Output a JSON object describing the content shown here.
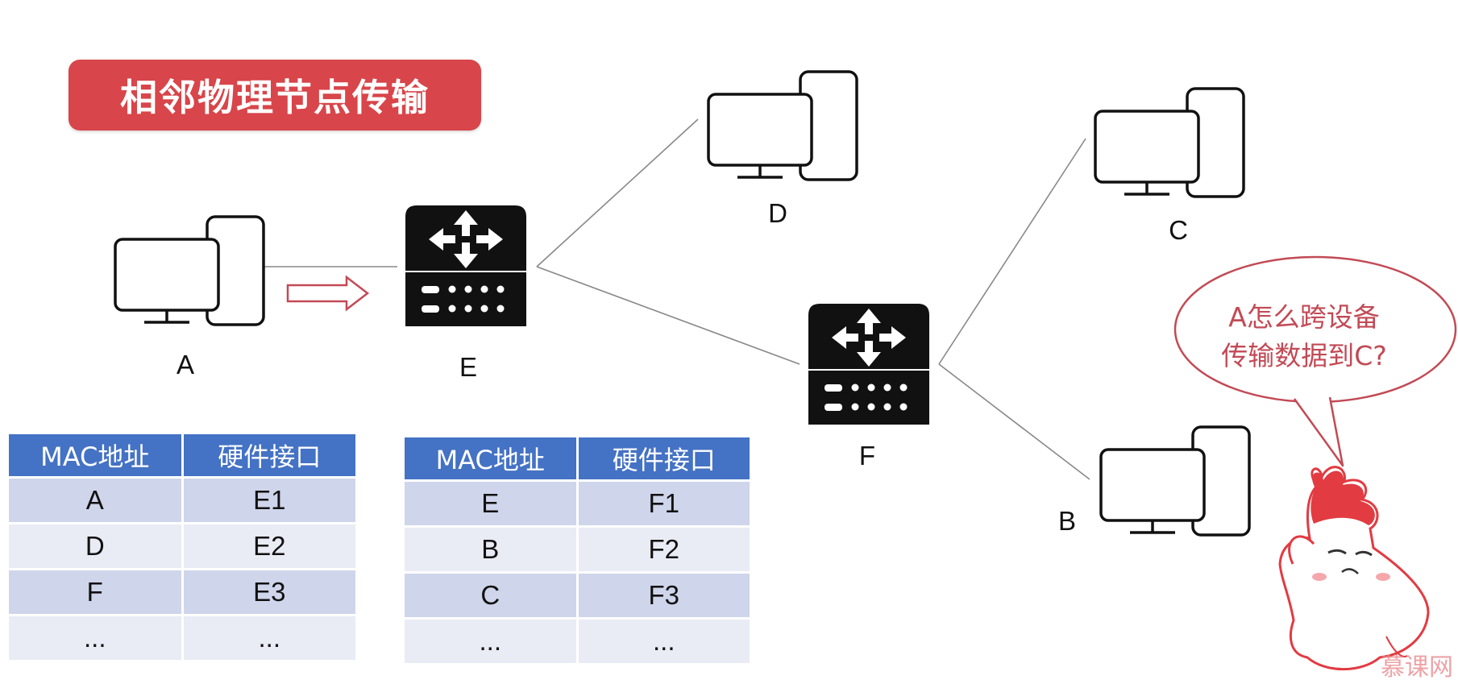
{
  "title": "相邻物理节点传输",
  "nodes": {
    "A": "A",
    "B": "B",
    "C": "C",
    "D": "D",
    "E": "E",
    "F": "F"
  },
  "table_e": {
    "headers": [
      "MAC地址",
      "硬件接口"
    ],
    "rows": [
      [
        "A",
        "E1"
      ],
      [
        "D",
        "E2"
      ],
      [
        "F",
        "E3"
      ],
      [
        "...",
        "..."
      ]
    ]
  },
  "table_f": {
    "headers": [
      "MAC地址",
      "硬件接口"
    ],
    "rows": [
      [
        "E",
        "F1"
      ],
      [
        "B",
        "F2"
      ],
      [
        "C",
        "F3"
      ],
      [
        "...",
        "..."
      ]
    ]
  },
  "bubble": {
    "line1": "A怎么跨设备",
    "line2": "传输数据到C?"
  },
  "watermark": "慕课网",
  "colors": {
    "banner": "#d8454a",
    "table_header": "#4472c4",
    "row_dark": "#cfd5ea",
    "row_light": "#e9ebf5",
    "bubble_stroke": "#c24a55",
    "arrow": "#c24a55"
  },
  "icons": [
    "computer-icon",
    "switch-icon",
    "mascot-icon",
    "right-arrow-icon"
  ]
}
